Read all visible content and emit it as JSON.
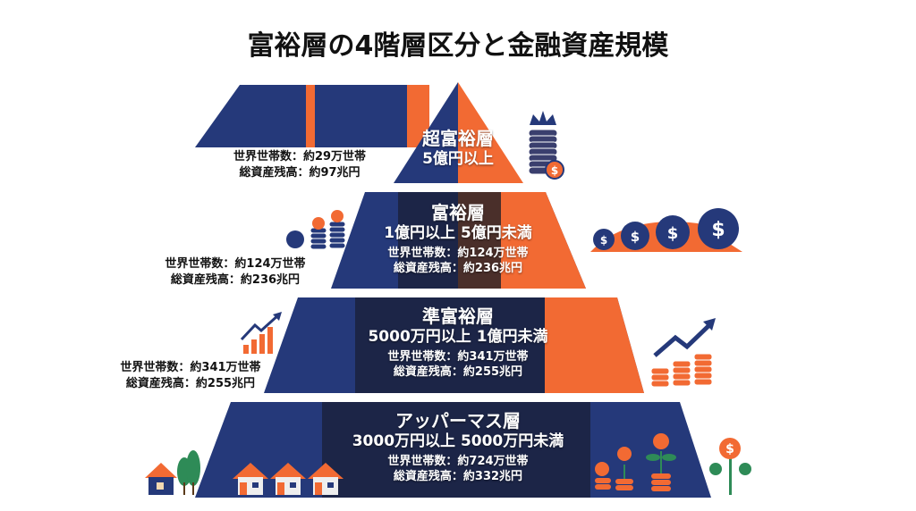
{
  "title": "富裕層の4階層区分と金融資産規模",
  "colors": {
    "navy": "#25397a",
    "dark_navy": "#1c2547",
    "orange": "#f26a33",
    "brown": "#4a2f2a"
  },
  "tiers": [
    {
      "name": "超富裕層",
      "range": "5億円以上",
      "households": "世界世帯数：約29万世帯",
      "assets": "総資産残高：約97兆円",
      "icon": "crown-coins-icon"
    },
    {
      "name": "富裕層",
      "range": "1億円以上 5億円未満",
      "households": "世界世帯数：約124万世帯",
      "assets": "総資産残高：約236兆円",
      "icon": "money-bags-icon"
    },
    {
      "name": "準富裕層",
      "range": "5000万円以上 1億円未満",
      "households": "世界世帯数：約341万世帯",
      "assets": "総資産残高：約255兆円",
      "icon": "growth-chart-icon"
    },
    {
      "name": "アッパーマス層",
      "range": "3000万円以上 5000万円未満",
      "households": "世界世帯数：約724万世帯",
      "assets": "総資産残高：約332兆円",
      "icon": "house-icon"
    }
  ]
}
